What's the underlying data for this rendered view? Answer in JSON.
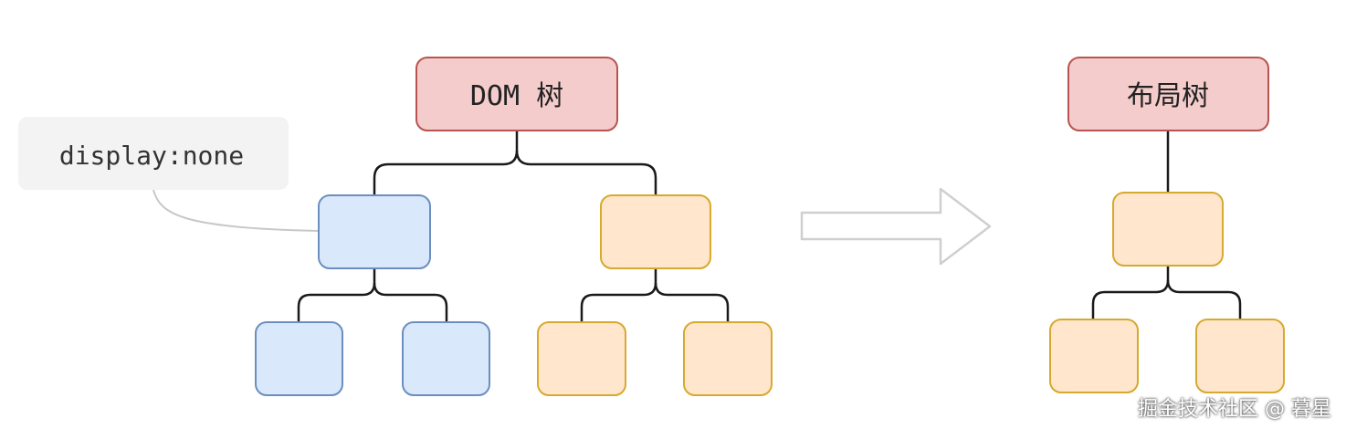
{
  "diagram": {
    "dom_tree_label": "DOM 树",
    "layout_tree_label": "布局树",
    "annotation": "display:none"
  },
  "watermark": "掘金技术社区 @ 暮星",
  "colors": {
    "root_fill": "#f4cccc",
    "root_stroke": "#b85450",
    "blue_fill": "#dae8fc",
    "blue_stroke": "#6c8ebf",
    "orange_fill": "#ffe6cc",
    "orange_stroke": "#d6a92f",
    "edge": "#1a1a1a",
    "note_fill": "#f3f3f3",
    "note_pointer": "#c8c8c8",
    "arrow_stroke": "#cfcfcf"
  },
  "icons": {
    "transform_arrow": "right-arrow-icon"
  }
}
